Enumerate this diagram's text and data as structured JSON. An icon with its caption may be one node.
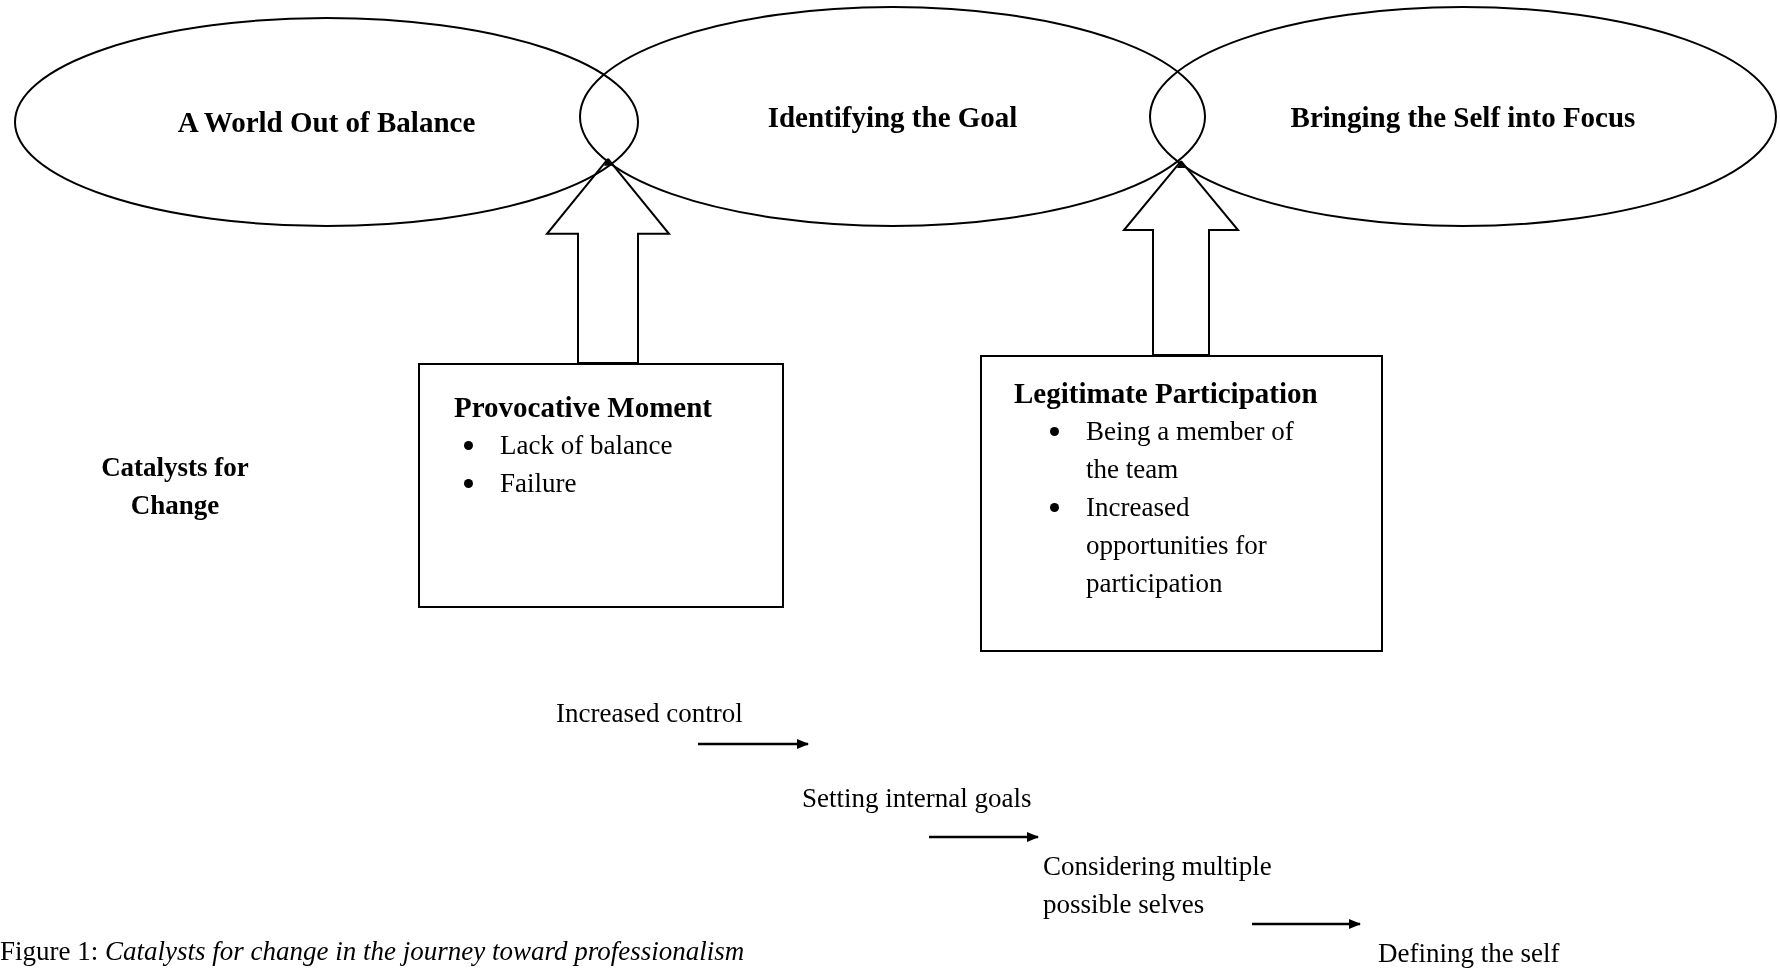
{
  "diagram": {
    "caption": "Figure 1: *Catalysts for change in the journey toward professionalism*",
    "nodes": [
      {
        "text": [
          "A World Out of Balance"
        ]
      },
      {
        "text": [
          "Identifying the Goal"
        ]
      },
      {
        "text": [
          "Bringing the Self into Focus"
        ]
      },
      {
        "text": [
          "Provocative Moment",
          "Lack of balance",
          "Failure"
        ]
      },
      {
        "text": [
          "Legitimate Participation",
          "Being a member of the team",
          "Increased opportunities for participation"
        ]
      },
      {
        "text": [
          "Increased control"
        ]
      },
      {
        "text": [
          "Setting internal goals"
        ]
      },
      {
        "text": [
          "Considering multiple possible selves"
        ]
      },
      {
        "text": [
          "Defining the self"
        ]
      }
    ],
    "edges": [
      {
        "from": 3,
        "to": 1,
        "arrow": "to"
      },
      {
        "from": 4,
        "to": 2,
        "arrow": "to"
      },
      {
        "from": 5,
        "to": 6,
        "arrow": "to"
      },
      {
        "from": 6,
        "to": 7,
        "arrow": "to"
      },
      {
        "from": 7,
        "to": 8,
        "arrow": "to"
      }
    ],
    "labels": [
      "Catalysts for Change"
    ]
  }
}
